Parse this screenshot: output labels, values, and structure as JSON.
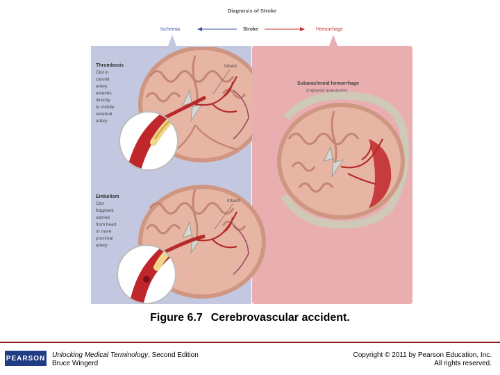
{
  "figure": {
    "header": {
      "title": "Diagnosis of Stroke",
      "left": "Ischemia",
      "center": "Stroke",
      "right": "Hemorrhage"
    },
    "thrombosis": {
      "heading": "Thrombosis",
      "lines": [
        "Clot in",
        "carotid",
        "artery",
        "extends",
        "directly",
        "to middle",
        "cerebral",
        "artery"
      ],
      "infarct": "Infarct"
    },
    "embolism": {
      "heading": "Embolism",
      "lines": [
        "Clot",
        "fragment",
        "carried",
        "from heart",
        "or more",
        "proximal",
        "artery"
      ],
      "infarct": "Infarct"
    },
    "hemorrhage": {
      "heading": "Subarachnoid hemorrhage",
      "sub": "(ruptured aneurysm)"
    },
    "colors": {
      "ischemia_panel": "#c3c8e0",
      "hemorrhage_panel": "#e8aeb0",
      "brain_tissue": "#e7b5a3",
      "artery": "#c0272d"
    }
  },
  "caption": {
    "number": "Figure 6.7",
    "text": "Cerebrovascular accident."
  },
  "footer": {
    "logo": "PEARSON",
    "book_title": "Unlocking Medical Terminology",
    "edition": ", Second Edition",
    "author": "Bruce Wingerd",
    "copyright": "Copyright © 2011 by Pearson Education, Inc.",
    "rights": "All rights reserved."
  }
}
